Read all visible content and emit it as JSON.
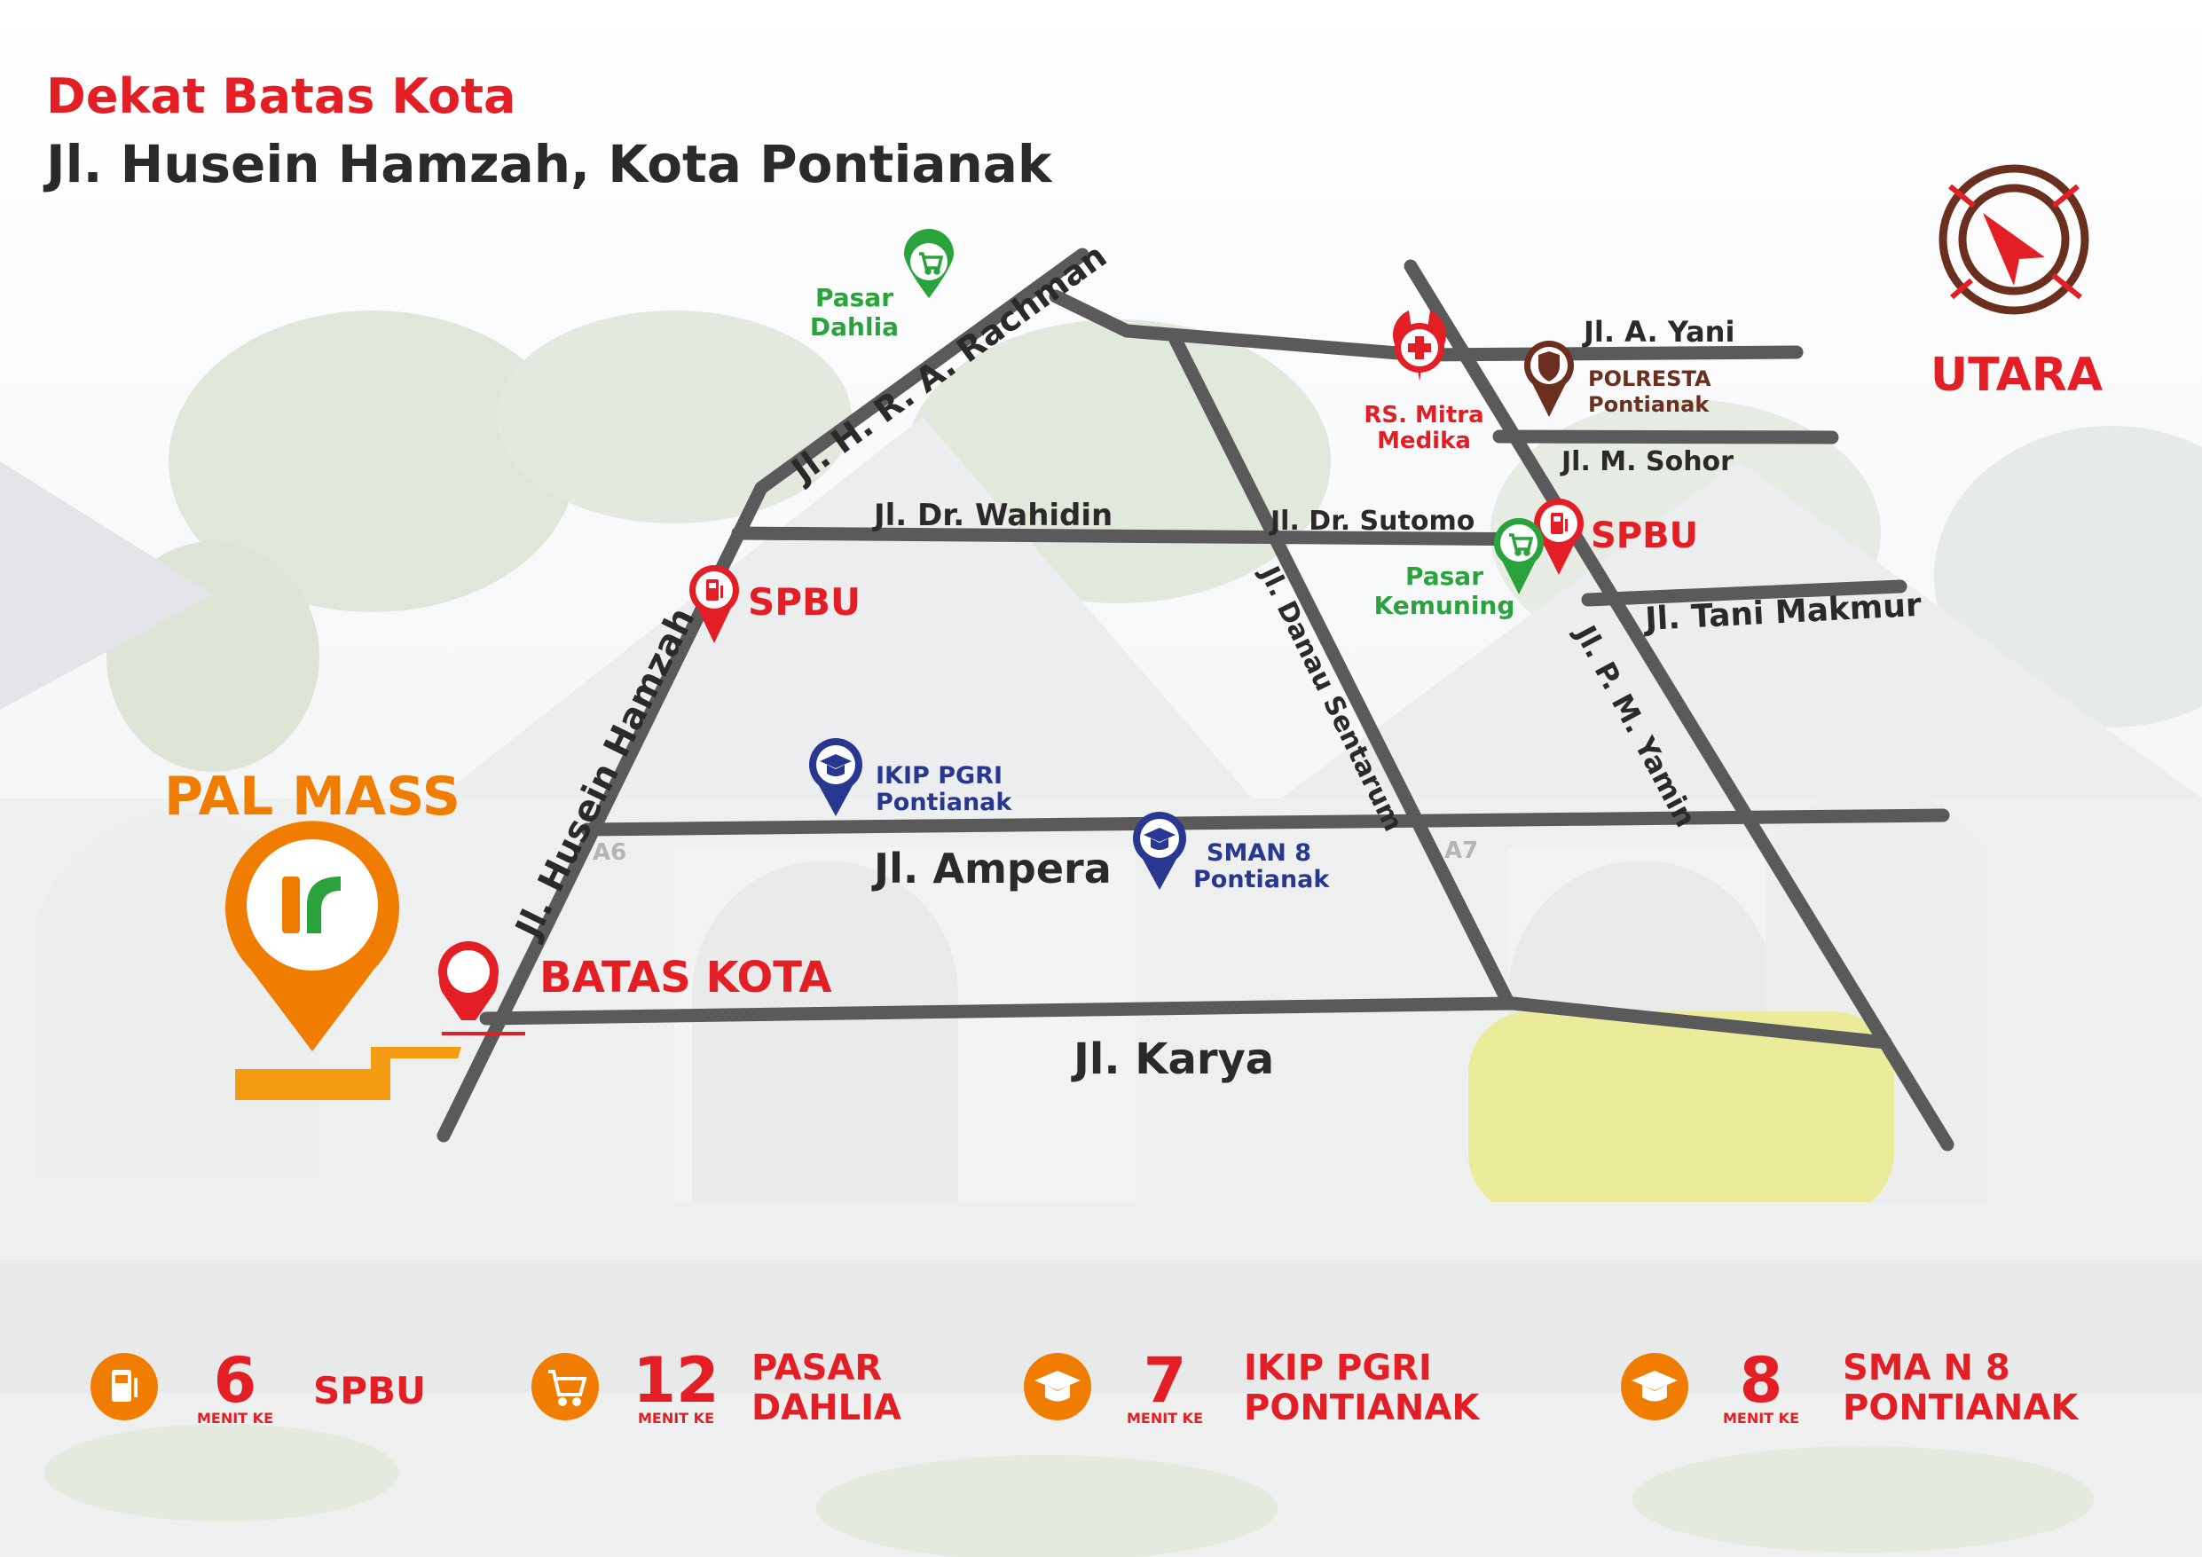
{
  "header": {
    "subtitle": "Dekat Batas Kota",
    "title": "Jl. Husein Hamzah, Kota Pontianak"
  },
  "compass": {
    "label": "UTARA",
    "icon": "compass-arrow-icon"
  },
  "colors": {
    "red": "#e31e24",
    "orange": "#f07d00",
    "green": "#2aa33c",
    "navy": "#283790",
    "brown": "#6b2f20",
    "road": "#5a5a5a",
    "dark_text": "#2b2a29"
  },
  "roads": {
    "ar_rachman": "Jl. H. R. A. Rachman",
    "husein_hamzah": "Jl. Husein Hamzah",
    "wahidin": "Jl. Dr. Wahidin",
    "sutomo": "Jl. Dr. Sutomo",
    "ayani": "Jl. A. Yani",
    "sohor": "Jl. M. Sohor",
    "tani_makmur": "Jl. Tani Makmur",
    "danau_sentarum": "Jl. Danau Sentarum",
    "pm_yamin": "Jl. P. M. Yamin",
    "ampera": "Jl. Ampera",
    "karya": "Jl. Karya"
  },
  "places": {
    "pasar_dahlia": {
      "line1": "Pasar",
      "line2": "Dahlia",
      "icon": "cart-icon"
    },
    "rs_mitra": {
      "line1": "RS. Mitra",
      "line2": "Medika",
      "icon": "hospital-cross-icon"
    },
    "polresta": {
      "line1": "POLRESTA",
      "line2": "Pontianak",
      "icon": "police-shield-icon"
    },
    "spbu_east": {
      "label": "SPBU",
      "icon": "fuel-pump-icon"
    },
    "pasar_kemuning": {
      "line1": "Pasar",
      "line2": "Kemuning",
      "icon": "cart-icon"
    },
    "spbu_west": {
      "label": "SPBU",
      "icon": "fuel-pump-icon"
    },
    "ikip": {
      "line1": "IKIP PGRI",
      "line2": "Pontianak",
      "icon": "graduation-cap-icon"
    },
    "sman8": {
      "line1": "SMAN 8",
      "line2": "Pontianak",
      "icon": "graduation-cap-icon"
    },
    "pal_mass": {
      "label": "PAL MASS",
      "icon": "pal-mass-logo-icon"
    },
    "batas_kota": {
      "label": "BATAS KOTA",
      "icon": "location-pin-icon"
    }
  },
  "plaques": {
    "a6": "A6",
    "a7": "A7"
  },
  "footer": {
    "unit": "MENIT KE",
    "items": [
      {
        "minutes": "6",
        "dest_line1": "SPBU",
        "dest_line2": "",
        "icon": "fuel-pump-icon"
      },
      {
        "minutes": "12",
        "dest_line1": "PASAR",
        "dest_line2": "DAHLIA",
        "icon": "cart-icon"
      },
      {
        "minutes": "7",
        "dest_line1": "IKIP PGRI",
        "dest_line2": "PONTIANAK",
        "icon": "graduation-cap-icon"
      },
      {
        "minutes": "8",
        "dest_line1": "SMA N 8",
        "dest_line2": "PONTIANAK",
        "icon": "graduation-cap-icon"
      }
    ]
  }
}
